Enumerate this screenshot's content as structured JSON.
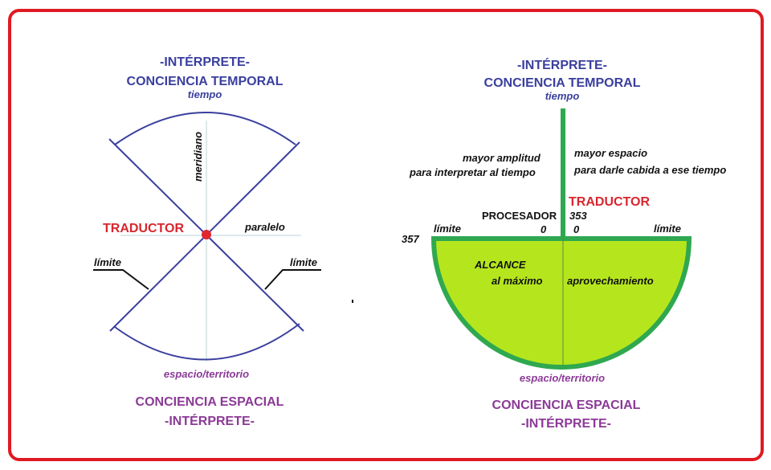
{
  "left": {
    "top_line1": "-INTÉRPRETE-",
    "top_line2": "CONCIENCIA TEMPORAL",
    "tiempo": "tiempo",
    "meridiano": "meridiano",
    "traductor": "TRADUCTOR",
    "paralelo": "paralelo",
    "limite_left": "límite",
    "limite_right": "límite",
    "espacio": "espacio/territorio",
    "bottom_line1": "CONCIENCIA ESPACIAL",
    "bottom_line2": "-INTÉRPRETE-"
  },
  "right": {
    "top_line1": "-INTÉRPRETE-",
    "top_line2": "CONCIENCIA TEMPORAL",
    "tiempo": "tiempo",
    "amplitud_line1": "mayor amplitud",
    "amplitud_line2": "para interpretar al tiempo",
    "espacio_line1": "mayor espacio",
    "espacio_line2": "para darle cabida a ese tiempo",
    "traductor": "TRADUCTOR",
    "procesador": "PROCESADOR",
    "num_353": "353",
    "zero_left": "0",
    "zero_right": "0",
    "limite_left": "límite",
    "limite_right": "límite",
    "num_357": "357",
    "alcance": "ALCANCE",
    "al_maximo": "al  máximo",
    "aprovechamiento": "aprovechamiento",
    "espacio": "espacio/territorio",
    "bottom_line1": "CONCIENCIA ESPACIAL",
    "bottom_line2": "-INTÉRPRETE-"
  },
  "colors": {
    "frame": "#e01a22",
    "blue": "#3a3f9e",
    "purple": "#8b3a96",
    "red": "#d8262e",
    "green_line": "#2fa84f",
    "green_fill": "#b5e61d"
  }
}
